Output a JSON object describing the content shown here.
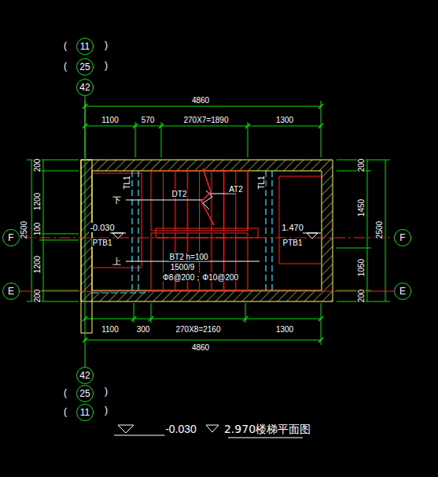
{
  "diagram": {
    "title": "2.970楼梯平面图",
    "nodes": [
      {
        "text": [
          "11"
        ]
      },
      {
        "text": [
          "25"
        ]
      },
      {
        "text": [
          "42"
        ]
      },
      {
        "text": [
          "42"
        ]
      },
      {
        "text": [
          "25"
        ]
      },
      {
        "text": [
          "11"
        ]
      },
      {
        "text": [
          "F"
        ]
      },
      {
        "text": [
          "E"
        ]
      },
      {
        "text": [
          "F"
        ]
      },
      {
        "text": [
          "E"
        ]
      }
    ],
    "edges": [
      {
        "from": 2,
        "to": 3,
        "arrow": "none"
      },
      {
        "from": 6,
        "to": 8,
        "arrow": "none"
      },
      {
        "from": 7,
        "to": 9,
        "arrow": "none"
      }
    ],
    "labels": [
      "(",
      ")",
      "(",
      ")",
      "4860",
      "1100",
      "570",
      "270X7=1890",
      "1300",
      "200",
      "1200",
      "100",
      "1200",
      "200",
      "2500",
      "200",
      "1450",
      "1050",
      "200",
      "2500",
      "TL1",
      "TL1",
      "DT2",
      "AT2",
      "下",
      "上",
      "-0.030",
      "PTB1",
      "1.470",
      "PTB1",
      "BT2 h=100",
      "1500/9",
      "Φ8@200；Φ10@200",
      "1100",
      "300",
      "270X8=2160",
      "1300",
      "4860",
      "(",
      ")",
      "(",
      ")",
      "-0.030"
    ]
  }
}
